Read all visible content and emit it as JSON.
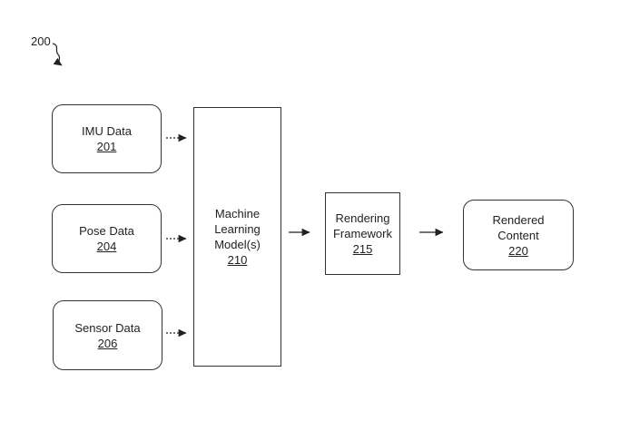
{
  "figure": {
    "number": "200"
  },
  "nodes": {
    "imu": {
      "label": "IMU Data",
      "ref": "201"
    },
    "pose": {
      "label": "Pose Data",
      "ref": "204"
    },
    "sensor": {
      "label": "Sensor Data",
      "ref": "206"
    },
    "ml": {
      "line1": "Machine",
      "line2": "Learning",
      "line3": "Model(s)",
      "ref": "210"
    },
    "rendering": {
      "line1": "Rendering",
      "line2": "Framework",
      "ref": "215"
    },
    "content": {
      "line1": "Rendered",
      "line2": "Content",
      "ref": "220"
    }
  },
  "colors": {
    "stroke": "#333333",
    "background": "#ffffff"
  }
}
